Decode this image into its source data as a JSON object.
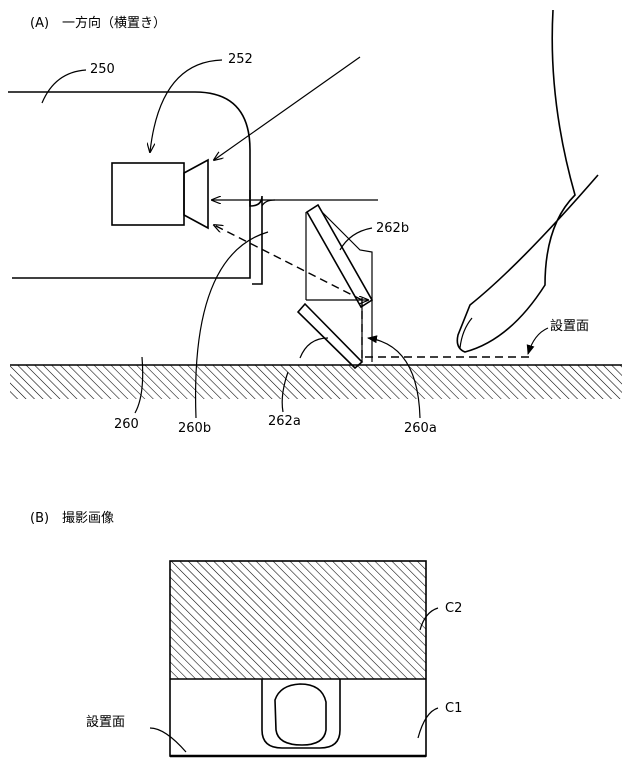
{
  "panel_a": {
    "title": "(A)　一方向（横置き）",
    "labels": {
      "housing": "250",
      "camera": "252",
      "surface_body": "260",
      "light_path_b": "260b",
      "mirror_a": "262a",
      "mirror_b": "262b",
      "light_path_a": "260a",
      "installation_surface": "設置面"
    }
  },
  "panel_b": {
    "title": "(B)　撮影画像",
    "labels": {
      "region_c2": "C2",
      "region_c1": "C1",
      "installation_surface": "設置面"
    }
  }
}
